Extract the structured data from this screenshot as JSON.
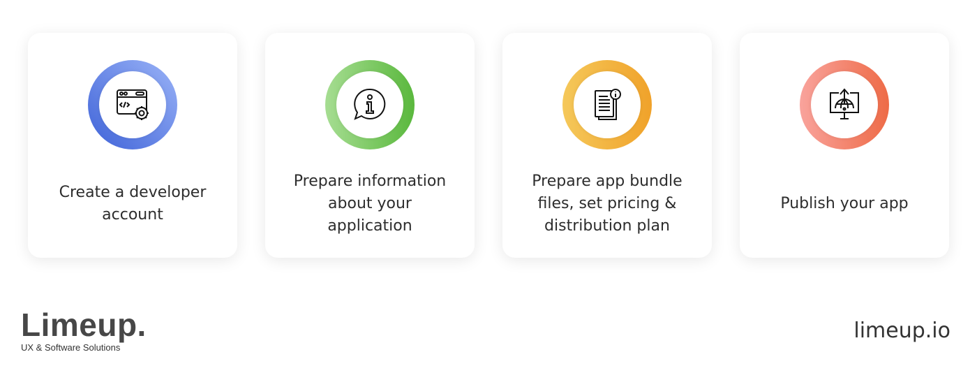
{
  "steps": [
    {
      "label": "Create a developer\naccount",
      "icon": "code-window-gear-icon",
      "colors": [
        "#3f63d8",
        "#9ab3f7"
      ]
    },
    {
      "label": "Prepare information\nabout your\napplication",
      "icon": "info-speech-bubble-icon",
      "colors": [
        "#a6dd92",
        "#5ab83d"
      ]
    },
    {
      "label": "Prepare app bundle\nfiles, set pricing &\ndistribution plan",
      "icon": "document-info-icon",
      "colors": [
        "#f5c85a",
        "#f0a22a"
      ]
    },
    {
      "label": "Publish your app",
      "icon": "monitor-globe-upload-icon",
      "colors": [
        "#f9a39c",
        "#ee6b47"
      ]
    }
  ],
  "footer": {
    "logo": "Limeup.",
    "tagline": "UX & Software Solutions",
    "website": "limeup.io"
  }
}
